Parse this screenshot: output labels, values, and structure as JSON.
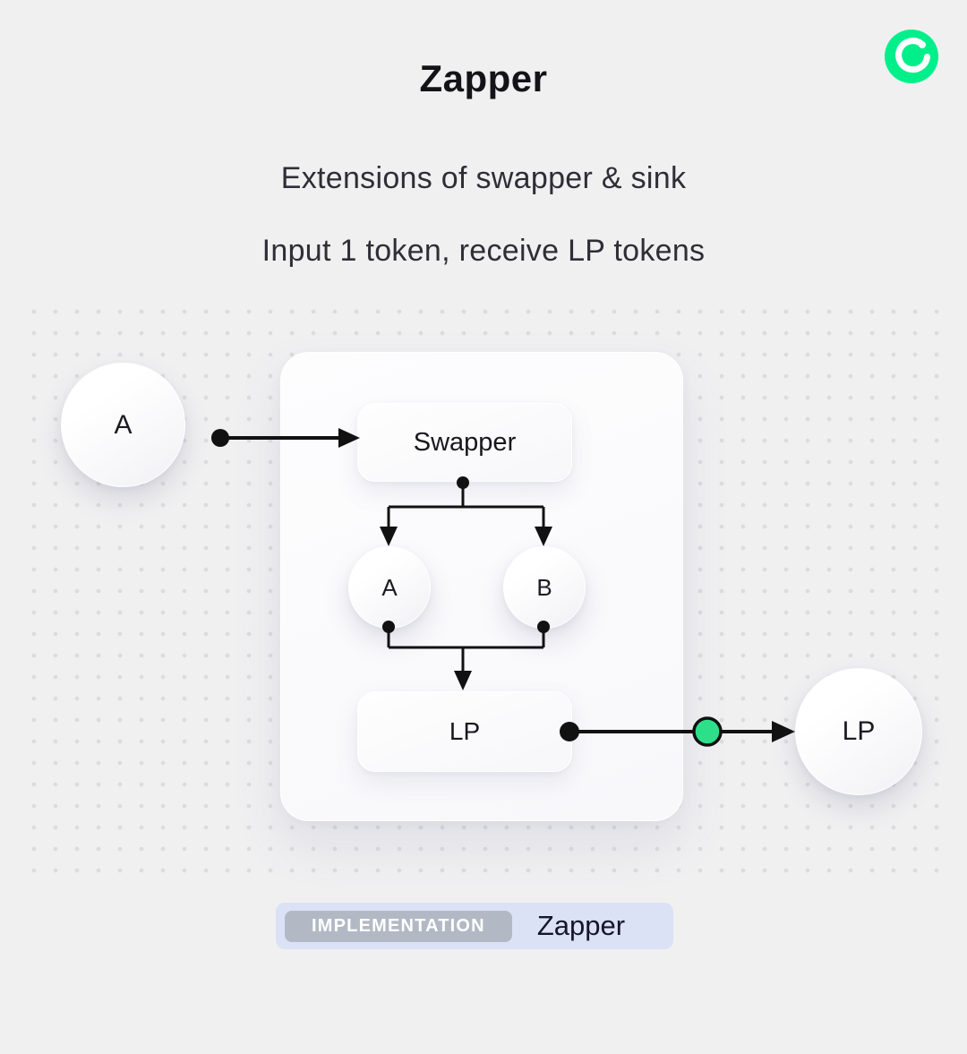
{
  "page": {
    "title": "Zapper",
    "subtitles": [
      "Extensions of swapper & sink",
      "Input 1 token, receive LP tokens"
    ]
  },
  "logo": {
    "icon": "flow-logo",
    "color": "#00ef8b"
  },
  "diagram": {
    "input_token_label": "A",
    "swapper_label": "Swapper",
    "token_a_label": "A",
    "token_b_label": "B",
    "lp_box_label": "LP",
    "output_token_label": "LP"
  },
  "footer": {
    "badge_label": "IMPLEMENTATION",
    "implementation_name": "Zapper"
  },
  "colors": {
    "background": "#f0f0f1",
    "accent_green": "#00ef8b",
    "wire_black": "#111111",
    "badge_bg": "#dbe2f6",
    "pill_bg": "#b2b9c4",
    "card_bg": "#fbfbfd"
  }
}
